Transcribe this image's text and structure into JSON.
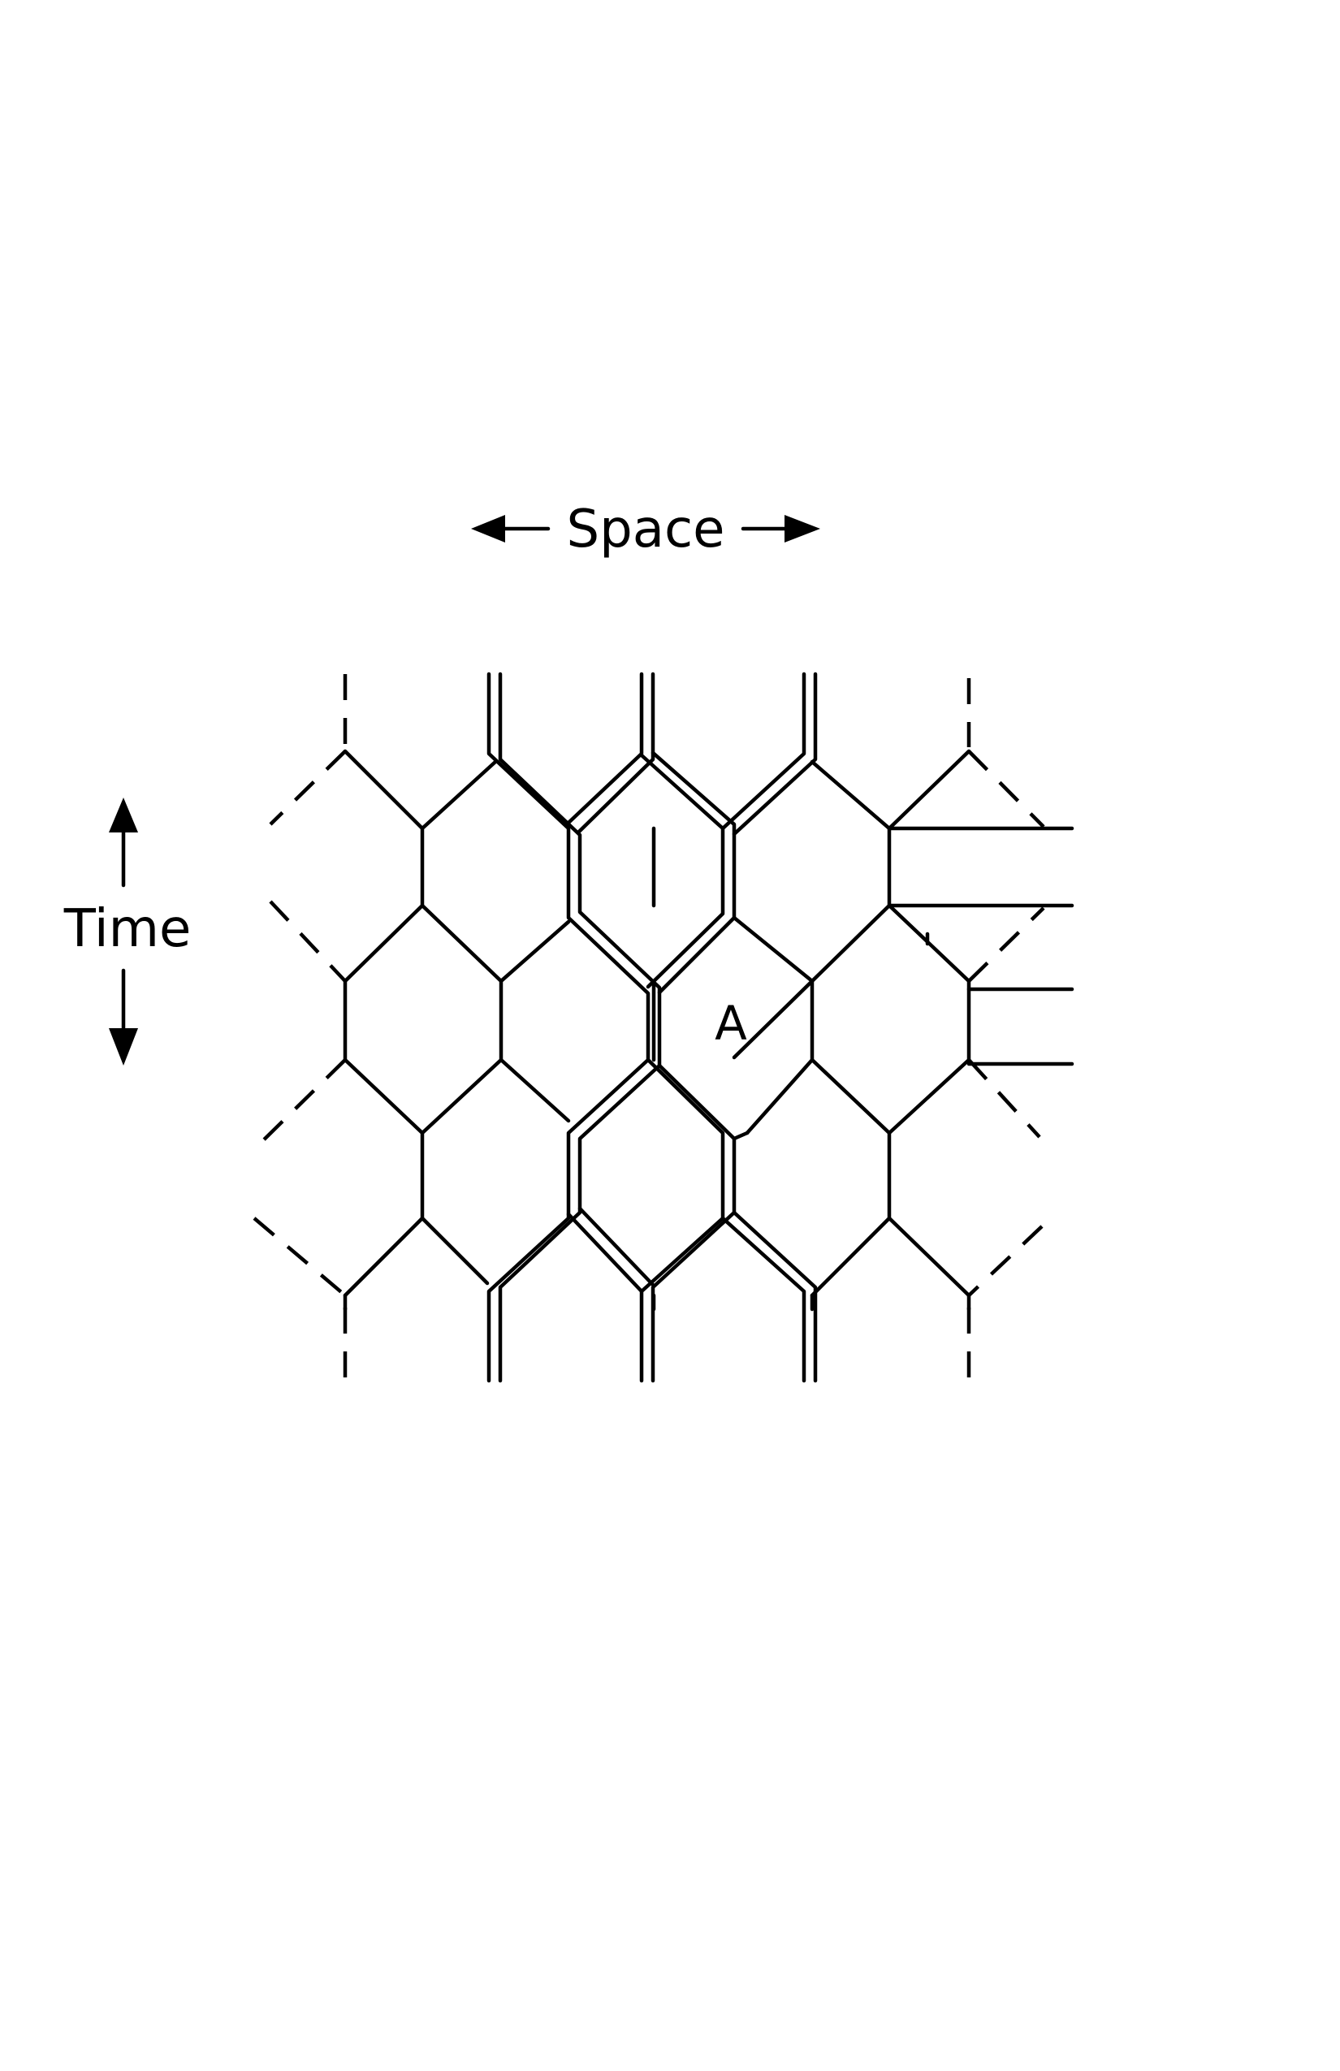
{
  "diagram": {
    "axis_space_label": "Space",
    "axis_time_label": "Time",
    "cell_label": "A",
    "colors": {
      "ink": "#000000",
      "background": "#ffffff"
    }
  }
}
